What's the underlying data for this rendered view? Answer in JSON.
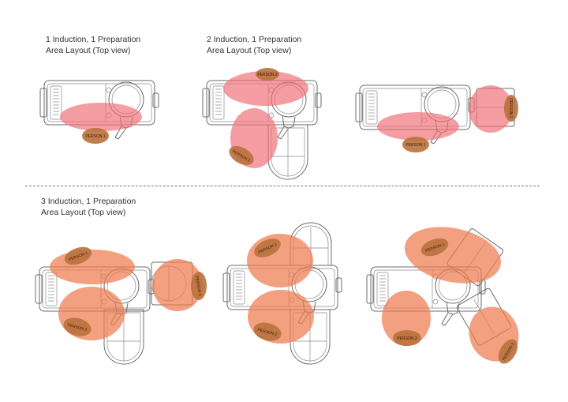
{
  "captions": {
    "layout_1": {
      "line1": "1 Induction, 1 Preparation",
      "line2": "Area Layout (Top view)"
    },
    "layout_2": {
      "line1": "2 Induction, 1 Preparation",
      "line2": "Area Layout (Top view)"
    },
    "layout_3": {
      "line1": "3 Induction, 1 Preparation",
      "line2": "Area Layout (Top view)"
    }
  },
  "person_labels": {
    "p1": "PERSON 1",
    "p2": "PERSON 2",
    "p3": "PERSON 3"
  },
  "colors": {
    "two_person_zone": "#ef6f78",
    "three_person_zone": "#ef7b50",
    "person_marker": "#b9713c",
    "unit_outline": "#6b6b6b"
  }
}
